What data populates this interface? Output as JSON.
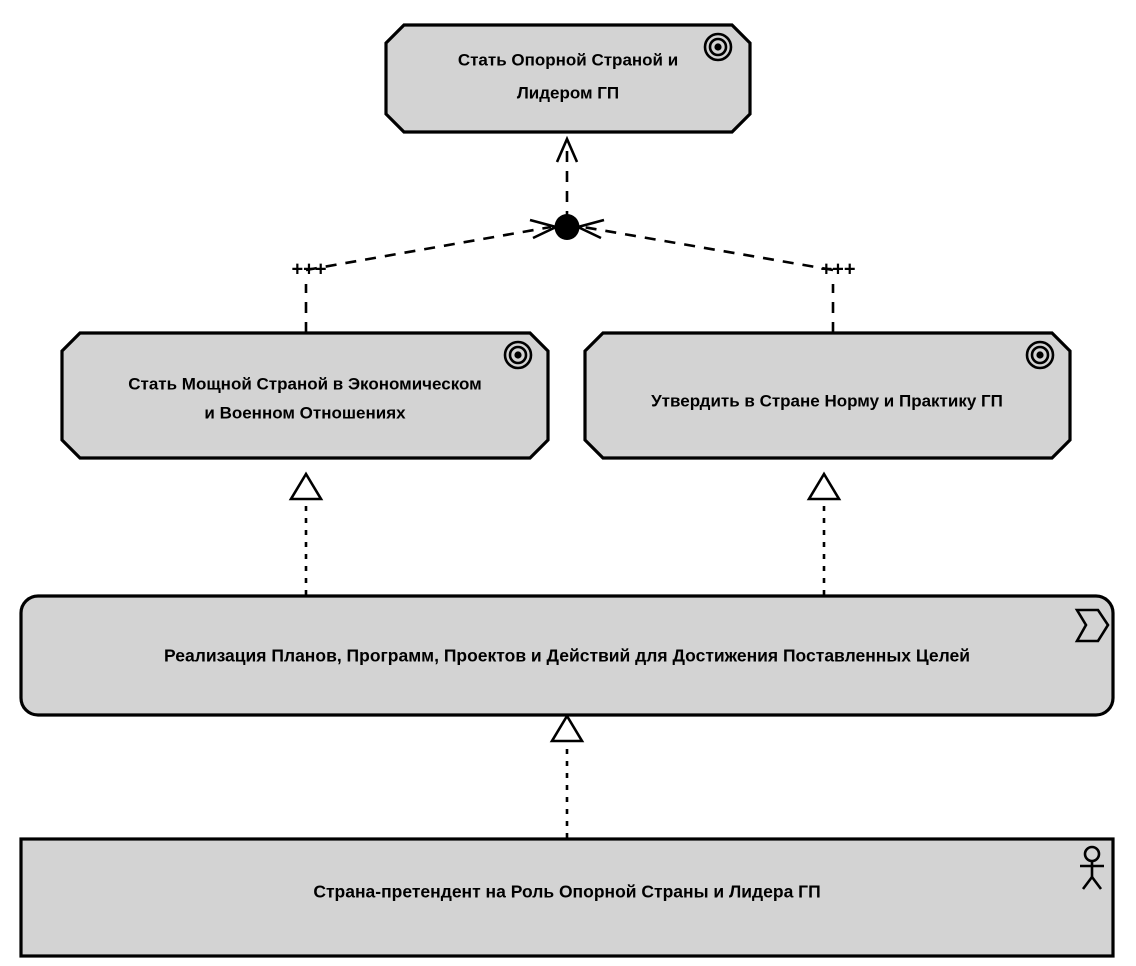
{
  "diagram": {
    "title": "Стать Опорной Страной и Лидером ГП",
    "language": "ru",
    "background_color": "#ffffff",
    "node_fill_color": "#d3d3d3",
    "node_stroke_color": "#000000"
  },
  "nodes": {
    "top_goal": {
      "label_line1": "Стать Опорной Страной и",
      "label_line2": "Лидером ГП",
      "type": "goal",
      "icon": "goal-target-icon"
    },
    "left_goal": {
      "label_line1": "Стать Мощной Страной в Экономическом",
      "label_line2": "и Военном Отношениях",
      "type": "goal",
      "icon": "goal-target-icon"
    },
    "right_goal": {
      "label_line1": "Утвердить в Стране Норму и Практику ГП",
      "label_line2": "",
      "type": "goal",
      "icon": "goal-target-icon"
    },
    "process": {
      "label_line1": "Реализация Планов, Программ, Проектов и Действий для Достижения Поставленных Целей",
      "type": "business-process",
      "icon": "process-arrow-icon"
    },
    "actor": {
      "label_line1": "Страна-претендент на Роль Опорной Страны и Лидера ГП",
      "type": "business-actor",
      "icon": "actor-stick-figure-icon"
    }
  },
  "junction": {
    "type": "and-junction",
    "shape": "filled-circle"
  },
  "relationships": {
    "influence_left": {
      "strength_label": "+++",
      "type": "influence",
      "style": "dashed"
    },
    "influence_right": {
      "strength_label": "+++",
      "type": "influence",
      "style": "dashed"
    },
    "junction_to_top_goal": {
      "type": "influence",
      "style": "dashed"
    },
    "realization_process_to_left_goal": {
      "type": "realization",
      "style": "dotted"
    },
    "realization_process_to_right_goal": {
      "type": "realization",
      "style": "dotted"
    },
    "realization_actor_to_process": {
      "type": "realization",
      "style": "dotted"
    }
  }
}
